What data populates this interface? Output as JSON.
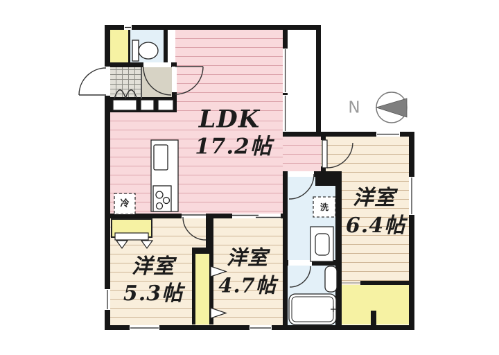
{
  "compass": {
    "north_label": "N"
  },
  "rooms": {
    "ldk": {
      "label": "LDK",
      "size": "17.2帖"
    },
    "bedroom_right": {
      "label": "洋室",
      "size": "6.4帖"
    },
    "bedroom_left": {
      "label": "洋室",
      "size": "5.3帖"
    },
    "bedroom_middle": {
      "label": "洋室",
      "size": "4.7帖"
    }
  },
  "fixtures": {
    "refrigerator_label": "冷",
    "washing_machine_label": "洗"
  },
  "colors": {
    "ldk_floor": "#f9d9dc",
    "bedroom_floor": "#f9eedb",
    "closet": "#f6f2a3",
    "wet_area": "#e3f0f8",
    "entrance_tile": "#e2e0d8",
    "hall": "#d7d3c5",
    "wall": "#161616",
    "compass_arrow": "#7f7f7f"
  }
}
